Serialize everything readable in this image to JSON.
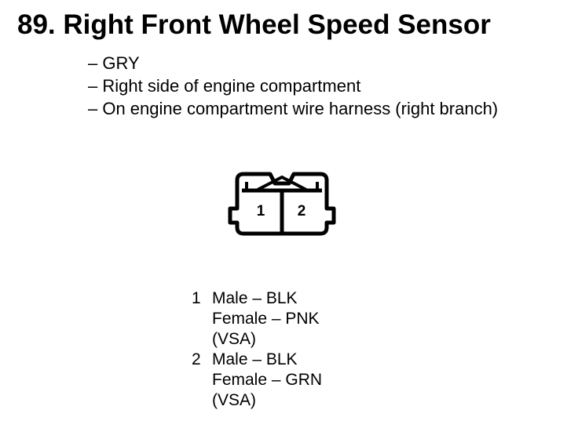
{
  "title": "89. Right Front Wheel Speed Sensor",
  "info": [
    "– GRY",
    "– Right side of engine compartment",
    "– On engine compartment wire harness (right branch)"
  ],
  "connector": {
    "terminals": [
      "1",
      "2"
    ]
  },
  "pins": [
    {
      "number": "1",
      "lines": [
        "Male – BLK",
        "Female – PNK",
        "(VSA)"
      ]
    },
    {
      "number": "2",
      "lines": [
        "Male – BLK",
        "Female – GRN",
        "(VSA)"
      ]
    }
  ]
}
